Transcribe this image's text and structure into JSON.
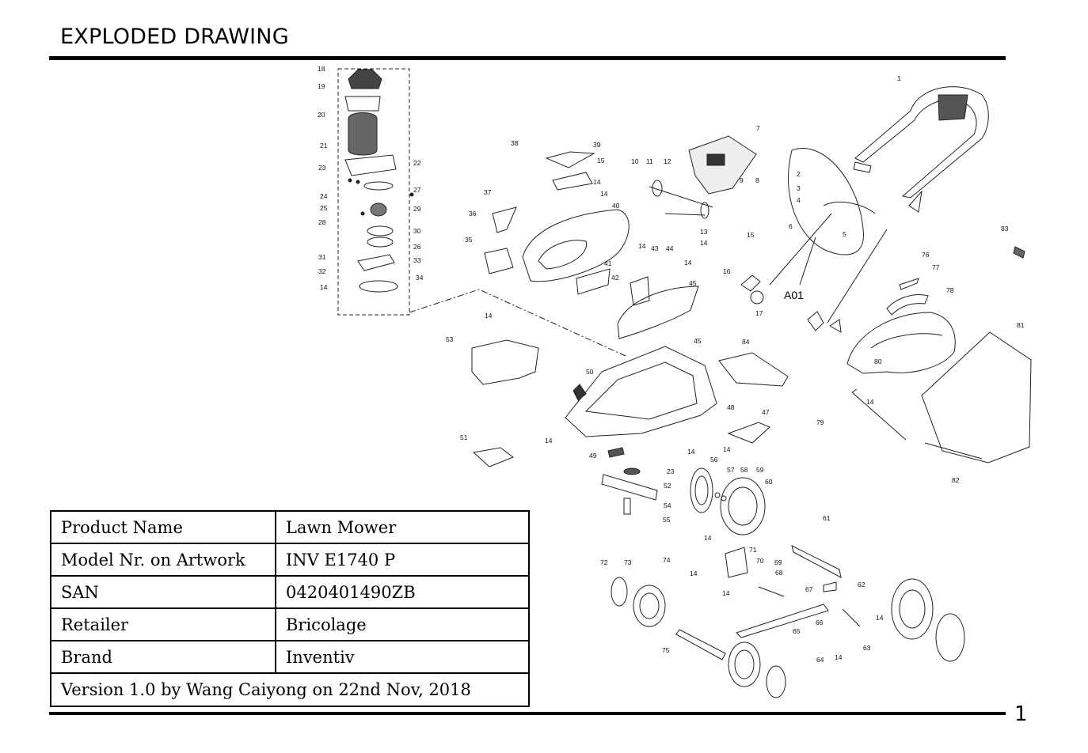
{
  "page": {
    "title": "EXPLODED DRAWING",
    "page_number": "1"
  },
  "assembly_label": "A01",
  "part_labels": [
    "1",
    "2",
    "3",
    "4",
    "5",
    "6",
    "7",
    "8",
    "9",
    "10",
    "11",
    "12",
    "13",
    "14",
    "15",
    "16",
    "17",
    "18",
    "19",
    "20",
    "21",
    "22",
    "23",
    "24",
    "25",
    "26",
    "27",
    "28",
    "29",
    "30",
    "31",
    "32",
    "33",
    "34",
    "35",
    "36",
    "37",
    "38",
    "39",
    "40",
    "41",
    "42",
    "43",
    "44",
    "45",
    "47",
    "48",
    "49",
    "50",
    "51",
    "52",
    "53",
    "54",
    "55",
    "56",
    "57",
    "58",
    "59",
    "60",
    "61",
    "62",
    "63",
    "64",
    "65",
    "66",
    "67",
    "68",
    "69",
    "70",
    "71",
    "72",
    "73",
    "74",
    "75",
    "76",
    "77",
    "78",
    "79",
    "80",
    "81",
    "82",
    "83",
    "84"
  ],
  "spec_table": {
    "rows": [
      {
        "key": "Product Name",
        "value": "Lawn Mower"
      },
      {
        "key": "Model Nr. on Artwork",
        "value": "INV E1740 P"
      },
      {
        "key": "SAN",
        "value": "0420401490ZB"
      },
      {
        "key": "Retailer",
        "value": "Bricolage"
      },
      {
        "key": "Brand",
        "value": "Inventiv"
      }
    ],
    "version": "Version 1.0 by Wang Caiyong on 22nd Nov, 2018"
  }
}
